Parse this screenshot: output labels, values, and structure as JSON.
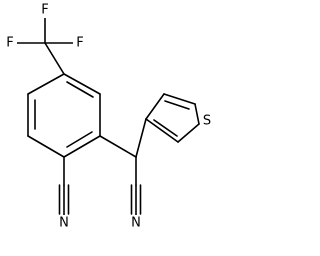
{
  "molecule": {
    "atoms": {
      "f_top": "F",
      "f_left": "F",
      "f_right": "F",
      "n_aryl_nitrile": "N",
      "n_alkyl_nitrile": "N",
      "s_thiophene": "S"
    }
  }
}
